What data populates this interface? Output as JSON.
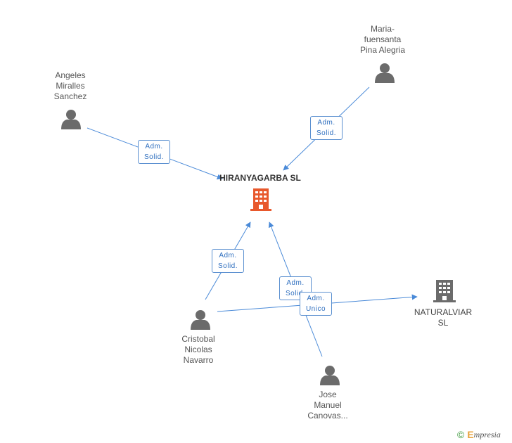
{
  "nodes": {
    "angeles": {
      "label": "Angeles\nMiralles\nSanchez"
    },
    "maria": {
      "label": "Maria-\nfuensanta\nPina Alegria"
    },
    "cristobal": {
      "label": "Cristobal\nNicolas\nNavarro"
    },
    "jose": {
      "label": "Jose\nManuel\nCanovas..."
    },
    "hiranyagarba": {
      "label": "HIRANYAGARBA SL"
    },
    "naturalviar": {
      "label": "NATURALVIAR\nSL"
    }
  },
  "roles": {
    "angeles_role": "Adm.\nSolid.",
    "maria_role": "Adm.\nSolid.",
    "cristobal_role": "Adm.\nSolid.",
    "jose_role": "Adm.\nSolid.",
    "cristobal_nat_role": "Adm.\nUnico"
  },
  "footer": {
    "copyright": "©",
    "brand_first": "E",
    "brand_rest": "mpresia"
  },
  "colors": {
    "arrow": "#4a8ad8",
    "person_icon": "#6b6b6b",
    "main_company_icon": "#e8582c",
    "company_icon": "#6b6b6b"
  },
  "icons": {
    "person": "person-icon",
    "company": "building-icon"
  }
}
